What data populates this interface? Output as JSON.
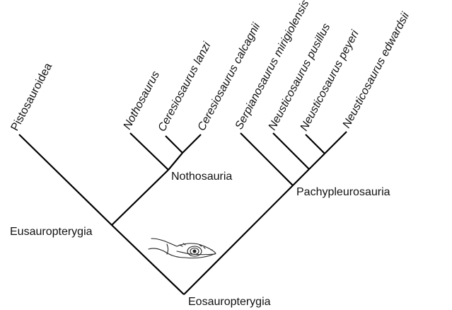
{
  "taxa": [
    {
      "label": "Pistosauroidea",
      "italic": false
    },
    {
      "label": "Nothosaurus",
      "italic": true
    },
    {
      "label": "Ceresiosaurus lanzi",
      "italic": true
    },
    {
      "label": "Ceresiosaurus calcagnii",
      "italic": true
    },
    {
      "label": "Serpianosaurus mirigiolensis",
      "italic": true
    },
    {
      "label": "Neusticosaurus pusillus",
      "italic": true
    },
    {
      "label": "Neusticosaurus peyeri",
      "italic": true
    },
    {
      "label": "Neusticosaurus edwardsii",
      "italic": true
    }
  ],
  "clades": {
    "nothosauria": "Nothosauria",
    "pachypleurosauria": "Pachypleurosauria",
    "eusauropterygia": "Eusauropterygia",
    "eosauropterygia": "Eosauropterygia"
  },
  "illustration": {
    "icon": "lizard-head-icon"
  },
  "colors": {
    "line": "#000000",
    "text": "#111111",
    "background": "#ffffff"
  }
}
